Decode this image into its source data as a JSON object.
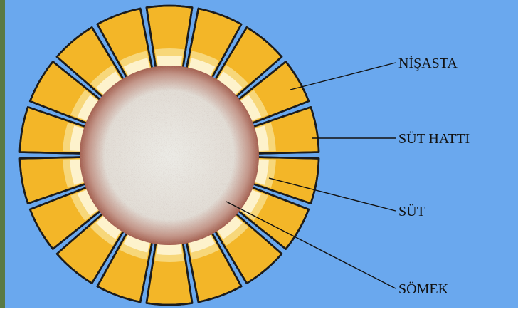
{
  "labels": {
    "starch": "NİŞASTA",
    "milk_line": "SÜT HATTI",
    "milk": "SÜT",
    "cob": "SÖMEK"
  },
  "colors": {
    "background": "#6aa8ee",
    "kernel_outer": "#f3b628",
    "kernel_middle": "#f7d77a",
    "kernel_inner": "#fdf2cc",
    "cob_rim": "#a45f4f",
    "cob_center": "#ecebe6",
    "outline": "#1c1c1c",
    "left_strip": "#5a7a45"
  }
}
